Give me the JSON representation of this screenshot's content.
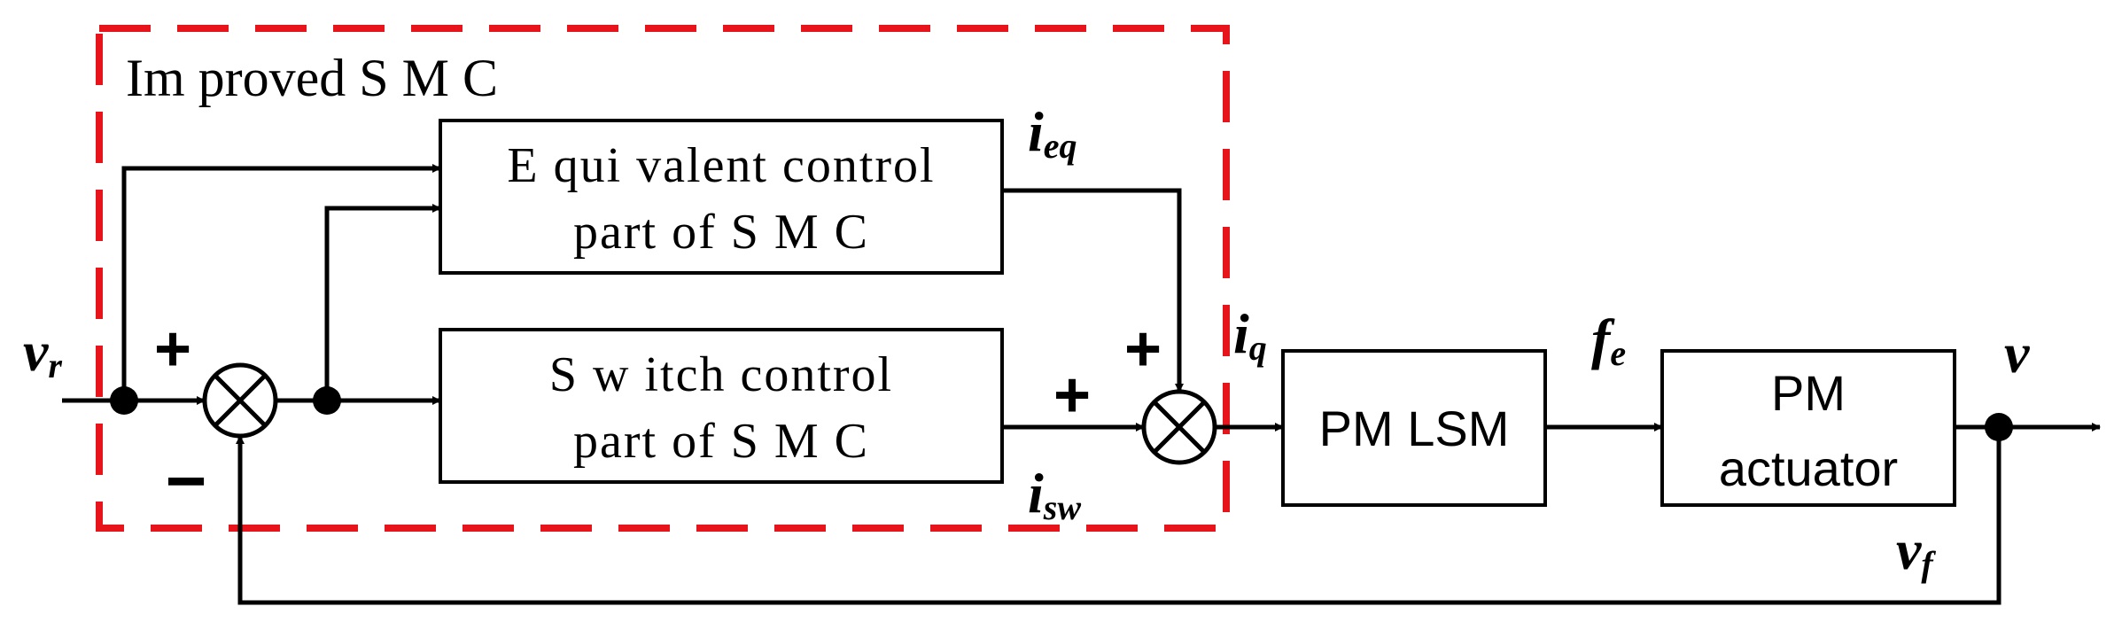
{
  "region": {
    "label": "Im proved S M C",
    "border_color": "#e8141b"
  },
  "blocks": {
    "equivalent": {
      "line1": "E qui valent control",
      "line2": "part of S M C"
    },
    "switch": {
      "line1": "S w itch control",
      "line2": "part of S M C"
    },
    "pmlsm": {
      "label": "PM LSM"
    },
    "actuator": {
      "line1": "PM",
      "line2": "actuator"
    }
  },
  "signals": {
    "vr": {
      "main": "v",
      "sub": "r"
    },
    "ieq": {
      "main": "i",
      "sub": "eq"
    },
    "isw": {
      "main": "i",
      "sub": "sw"
    },
    "iq": {
      "main": "i",
      "sub": "q"
    },
    "fe": {
      "main": "f",
      "sub": "e"
    },
    "v": {
      "main": "v",
      "sub": ""
    },
    "vf": {
      "main": "v",
      "sub": "f"
    }
  },
  "signs": {
    "plus": "+",
    "minus": "−"
  },
  "colors": {
    "line": "#000000",
    "dash": "#e8141b"
  }
}
